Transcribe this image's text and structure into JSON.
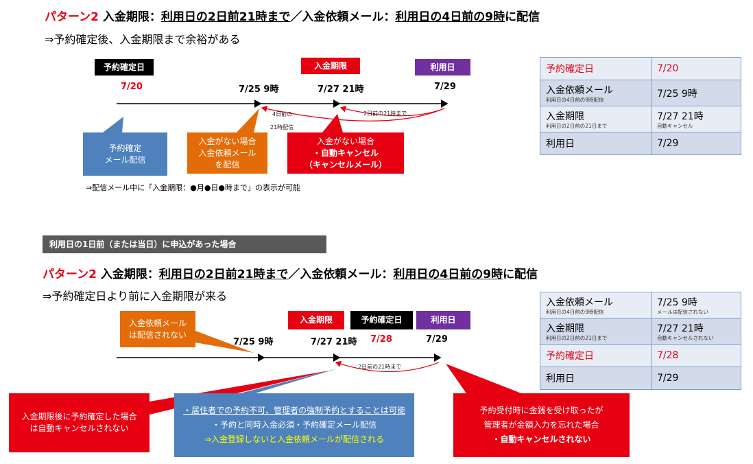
{
  "section1": {
    "title_pattern": "パターン2",
    "title_part1": "入金期限：",
    "title_part2": "利用日の2日前21時まで",
    "title_part3": "／入金依頼メール：",
    "title_part4": "利用日の4日前の9時",
    "title_part5": "に配信",
    "subtitle": "⇒予約確定後、入金期限まで余裕がある",
    "labels": {
      "confirm": "予約確定日",
      "deadline": "入金期限",
      "use": "利用日"
    },
    "dates": {
      "confirm": "7/20",
      "mail": "7/25 9時",
      "deadline": "7/27 21時",
      "use": "7/29"
    },
    "arc_labels": {
      "four_days_a": "4日前の",
      "four_days_b": "21時配信",
      "two_days": "2日前の21時まで"
    },
    "callouts": {
      "confirm_mail_1": "予約確定",
      "confirm_mail_2": "メール配信",
      "unpaid_mail_1": "入金がない場合",
      "unpaid_mail_2": "入金依頼メール",
      "unpaid_mail_3": "を配信",
      "unpaid_cancel_1": "入金がない場合",
      "unpaid_cancel_2": "・自動キャンセル",
      "unpaid_cancel_3": "（キャンセルメール）"
    },
    "note": "⇒配信メール中に「入金期限：●月●日●時まで」の表示が可能",
    "table": [
      {
        "label": "予約確定日",
        "note": "",
        "value": "7/20",
        "value_note": "",
        "highlight": true
      },
      {
        "label": "入金依頼メール",
        "note": "利用日の4日前の9時配信",
        "value": "7/25  9時",
        "value_note": "",
        "highlight": false
      },
      {
        "label": "入金期限",
        "note": "利用日の2日前の21日まで",
        "value": "7/27  21時",
        "value_note": "自動キャンセル",
        "highlight": false
      },
      {
        "label": "利用日",
        "note": "",
        "value": "7/29",
        "value_note": "",
        "highlight": false
      }
    ]
  },
  "section2": {
    "banner": "利用日の1日前（または当日）に申込があった場合",
    "title_pattern": "パターン2",
    "title_part1": "入金期限：",
    "title_part2": "利用日の2日前21時まで",
    "title_part3": "／入金依頼メール：",
    "title_part4": "利用日の4日前の9時",
    "title_part5": "に配信",
    "subtitle": "⇒予約確定日より前に入金期限が来る",
    "labels": {
      "deadline": "入金期限",
      "confirm": "予約確定日",
      "use": "利用日"
    },
    "dates": {
      "mail": "7/25 9時",
      "deadline": "7/27 21時",
      "confirm": "7/28",
      "use": "7/29"
    },
    "arc_label": "2日前の21時まで",
    "callouts": {
      "no_mail_1": "入金依頼メール",
      "no_mail_2": "は配信されない",
      "no_cancel_1": "入金期限後に予約確定した場合",
      "no_cancel_2": "は自動キャンセルされない",
      "blue_1": "・居住者での予約不可、管理者の強制予約とすることは可能",
      "blue_2": "・予約と同時入金必須・予約確定メール配信",
      "blue_3": "⇒入金登録しないと入金依頼メールが配信される",
      "admin_1": "予約受付時に金銭を受け取ったが",
      "admin_2": "管理者が金額入力を忘れた場合",
      "admin_3": "・自動キャンセルされない"
    },
    "table": [
      {
        "label": "入金依頼メール",
        "note": "利用日の4日前の9時配信",
        "value": "7/25  9時",
        "value_note": "メールは配信されない",
        "highlight": false
      },
      {
        "label": "入金期限",
        "note": "利用日の2日前の21日まで",
        "value": "7/27  21時",
        "value_note": "自動キャンセルされない",
        "highlight": false
      },
      {
        "label": "予約確定日",
        "note": "",
        "value": "7/28",
        "value_note": "",
        "highlight": true
      },
      {
        "label": "利用日",
        "note": "",
        "value": "7/29",
        "value_note": "",
        "highlight": false
      }
    ]
  },
  "colors": {
    "red": "#e60012",
    "black": "#000000",
    "purple": "#7030a0",
    "blue": "#4f81bd",
    "orange": "#e36c09",
    "grey": "#595959"
  }
}
